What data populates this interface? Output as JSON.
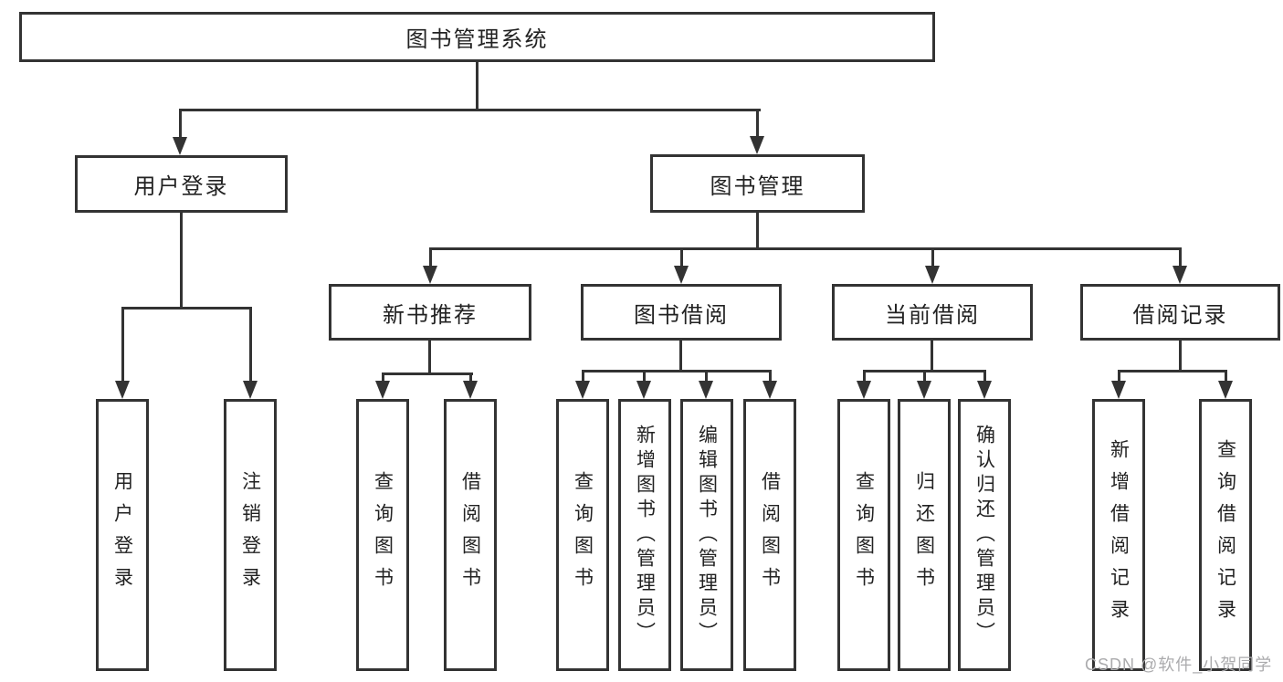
{
  "diagram_type": "hierarchy-tree",
  "colors": {
    "background": "#ffffff",
    "line": "#333333",
    "box_border": "#333333",
    "text": "#222222",
    "watermark_text": "#ababad"
  },
  "watermark": {
    "text": "CSDN @软件_小贺同学"
  },
  "tree": {
    "label": "图书管理系统",
    "children": [
      {
        "label": "用户登录",
        "children": [
          {
            "label": "用户登录"
          },
          {
            "label": "注销登录"
          }
        ]
      },
      {
        "label": "图书管理",
        "children": [
          {
            "label": "新书推荐",
            "children": [
              {
                "label": "查询图书"
              },
              {
                "label": "借阅图书"
              }
            ]
          },
          {
            "label": "图书借阅",
            "children": [
              {
                "label": "查询图书"
              },
              {
                "label": "新增图书（管理员）"
              },
              {
                "label": "编辑图书（管理员）"
              },
              {
                "label": "借阅图书"
              }
            ]
          },
          {
            "label": "当前借阅",
            "children": [
              {
                "label": "查询图书"
              },
              {
                "label": "归还图书"
              },
              {
                "label": "确认归还（管理员）"
              }
            ]
          },
          {
            "label": "借阅记录",
            "children": [
              {
                "label": "新增借阅记录"
              },
              {
                "label": "查询借阅记录"
              }
            ]
          }
        ]
      }
    ]
  }
}
